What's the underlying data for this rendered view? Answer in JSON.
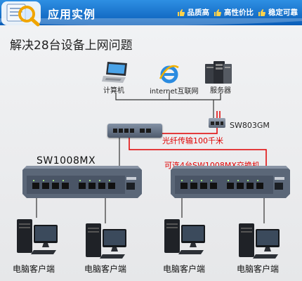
{
  "header": {
    "title": "应用实例",
    "badges": [
      "品质高",
      "高性价比",
      "稳定可靠"
    ]
  },
  "page_title": "解决28台设备上网问题",
  "nodes": {
    "computer": "计算机",
    "internet": "internet互联网",
    "server": "服务器",
    "sw803": "SW803GM",
    "fiber": "光纤传输100千米",
    "cascade": "可连4台SW1008MX交换机",
    "sw1008": "SW1008MX",
    "client": "电脑客户端"
  },
  "colors": {
    "header": "#1577d4",
    "fiber_line": "#e00000",
    "switch_body": "#5b6778"
  }
}
